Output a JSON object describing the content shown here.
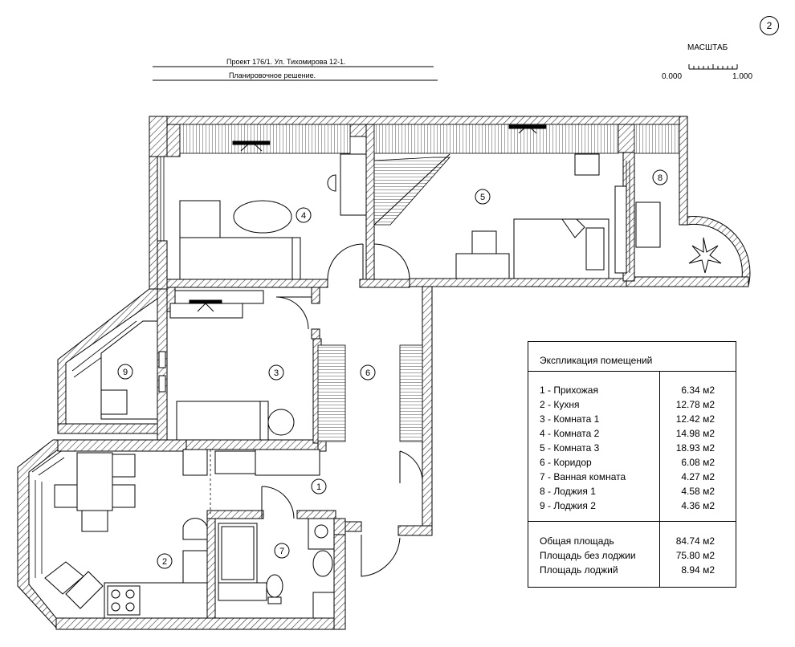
{
  "sheet_number": "2",
  "project_line": "Проект 176/1.  Ул. Тихомирова 12-1.",
  "subtitle": "Планировочное решение.",
  "scale": {
    "title": "МАСШТАБ",
    "start": "0.000",
    "end": "1.000"
  },
  "room_markers": [
    "1",
    "2",
    "3",
    "4",
    "5",
    "6",
    "7",
    "8",
    "9"
  ],
  "explication": {
    "title": "Экспликация помещений",
    "rooms": [
      {
        "name": "1 - Прихожая",
        "area": "6.34 м2"
      },
      {
        "name": "2 - Кухня",
        "area": "12.78 м2"
      },
      {
        "name": "3 - Комната 1",
        "area": "12.42 м2"
      },
      {
        "name": "4 - Комната 2",
        "area": "14.98 м2"
      },
      {
        "name": "5 - Комната 3",
        "area": "18.93 м2"
      },
      {
        "name": "6 - Коридор",
        "area": "6.08 м2"
      },
      {
        "name": "7 - Ванная комната",
        "area": "4.27 м2"
      },
      {
        "name": "8 - Лоджия 1",
        "area": "4.58 м2"
      },
      {
        "name": "9 - Лоджия 2",
        "area": "4.36 м2"
      }
    ],
    "totals": [
      {
        "name": "Общая площадь",
        "area": "84.74 м2"
      },
      {
        "name": "Площадь без лоджии",
        "area": "75.80 м2"
      },
      {
        "name": "Площадь лоджий",
        "area": "8.94 м2"
      }
    ]
  }
}
